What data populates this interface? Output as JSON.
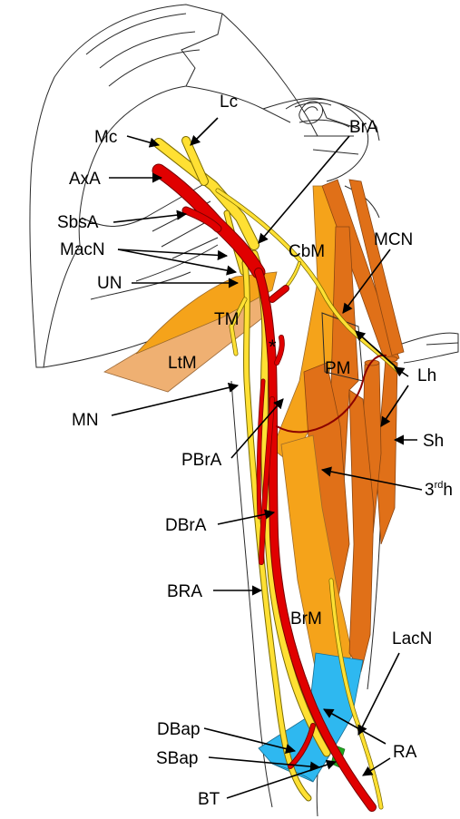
{
  "colors": {
    "nerve": "#FFE033",
    "artery": "#E00000",
    "muscle_orange": "#F5A31A",
    "muscle_dark": "#E07018",
    "muscle_light": "#EFB072",
    "aponeurosis": "#2EB8F0",
    "tendon": "#1FA51F",
    "outline": "#2a2a2a"
  },
  "labels": {
    "Lc": "Lc",
    "BrA": "BrA",
    "Mc": "Mc",
    "AxA": "AxA",
    "SbsA": "SbsA",
    "MacN": "MacN",
    "CbM": "CbM",
    "MCN": "MCN",
    "UN": "UN",
    "TM": "TM",
    "LtM": "LtM",
    "PM": "PM",
    "Lh": "Lh",
    "MN": "MN",
    "Sh": "Sh",
    "PBrA": "PBrA",
    "third_h_main": "3",
    "third_h_sup": "rd",
    "third_h_end": "h",
    "DBrA": "DBrA",
    "BRA": "BRA",
    "BrM": "BrM",
    "LacN": "LacN",
    "DBap": "DBap",
    "SBap": "SBap",
    "RA": "RA",
    "BT": "BT",
    "asterisk": "*"
  }
}
